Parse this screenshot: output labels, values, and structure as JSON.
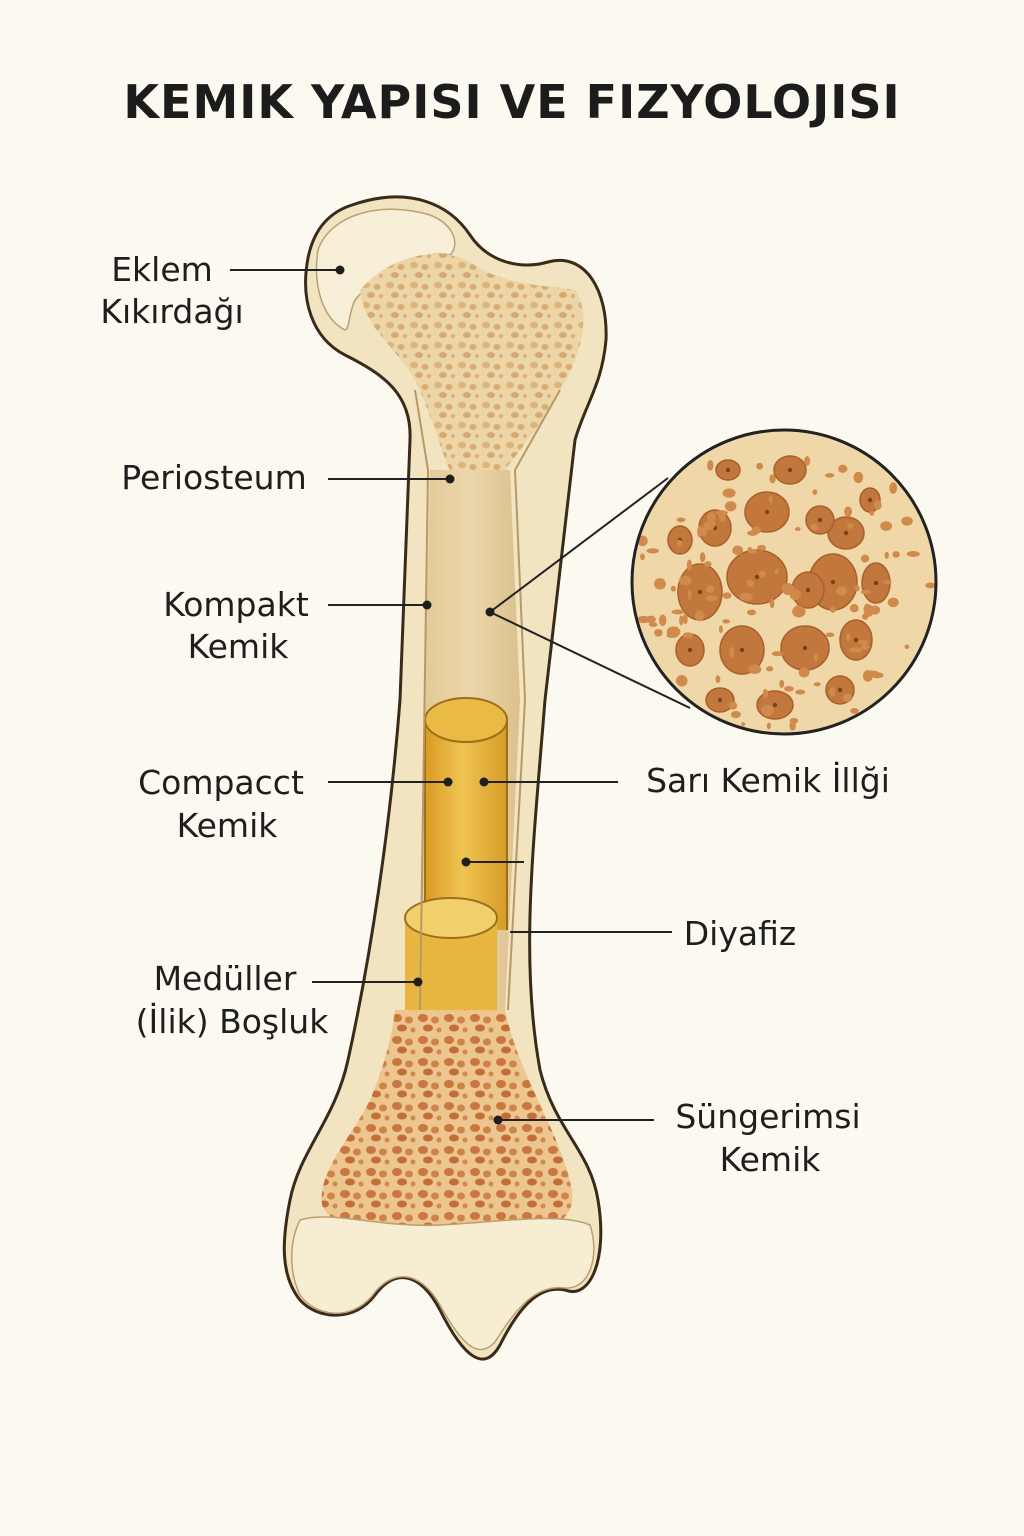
{
  "title": "KEMIK YAPISI VE FIZYOLOJISI",
  "labels": {
    "articular_cartilage": {
      "line1": "Eklem",
      "line2": "Kıkırdağı"
    },
    "periosteum": {
      "line1": "Periosteum"
    },
    "compact_bone_1": {
      "line1": "Kompakt",
      "line2": "Kemik"
    },
    "compact_bone_2": {
      "line1": "Compacct",
      "line2": "Kemik"
    },
    "medullary_cavity": {
      "line1": "Medüller",
      "line2": "(İlik) Boşluk"
    },
    "yellow_marrow": {
      "line1": "Sarı Kemik İllği"
    },
    "diaphysis": {
      "line1": "Diyafiz"
    },
    "spongy_bone": {
      "line1": "Süngerimsi",
      "line2": "Kemik"
    }
  },
  "colors": {
    "background": "#fcf9f1",
    "bone_outer": "#f1e3bf",
    "cartilage": "#f6eed6",
    "compact": "#e6cfa2",
    "marrow": "#e4b036",
    "spongy": "#dc9a5e",
    "pore": "#c47a3e",
    "outline": "#3a2a1a"
  }
}
